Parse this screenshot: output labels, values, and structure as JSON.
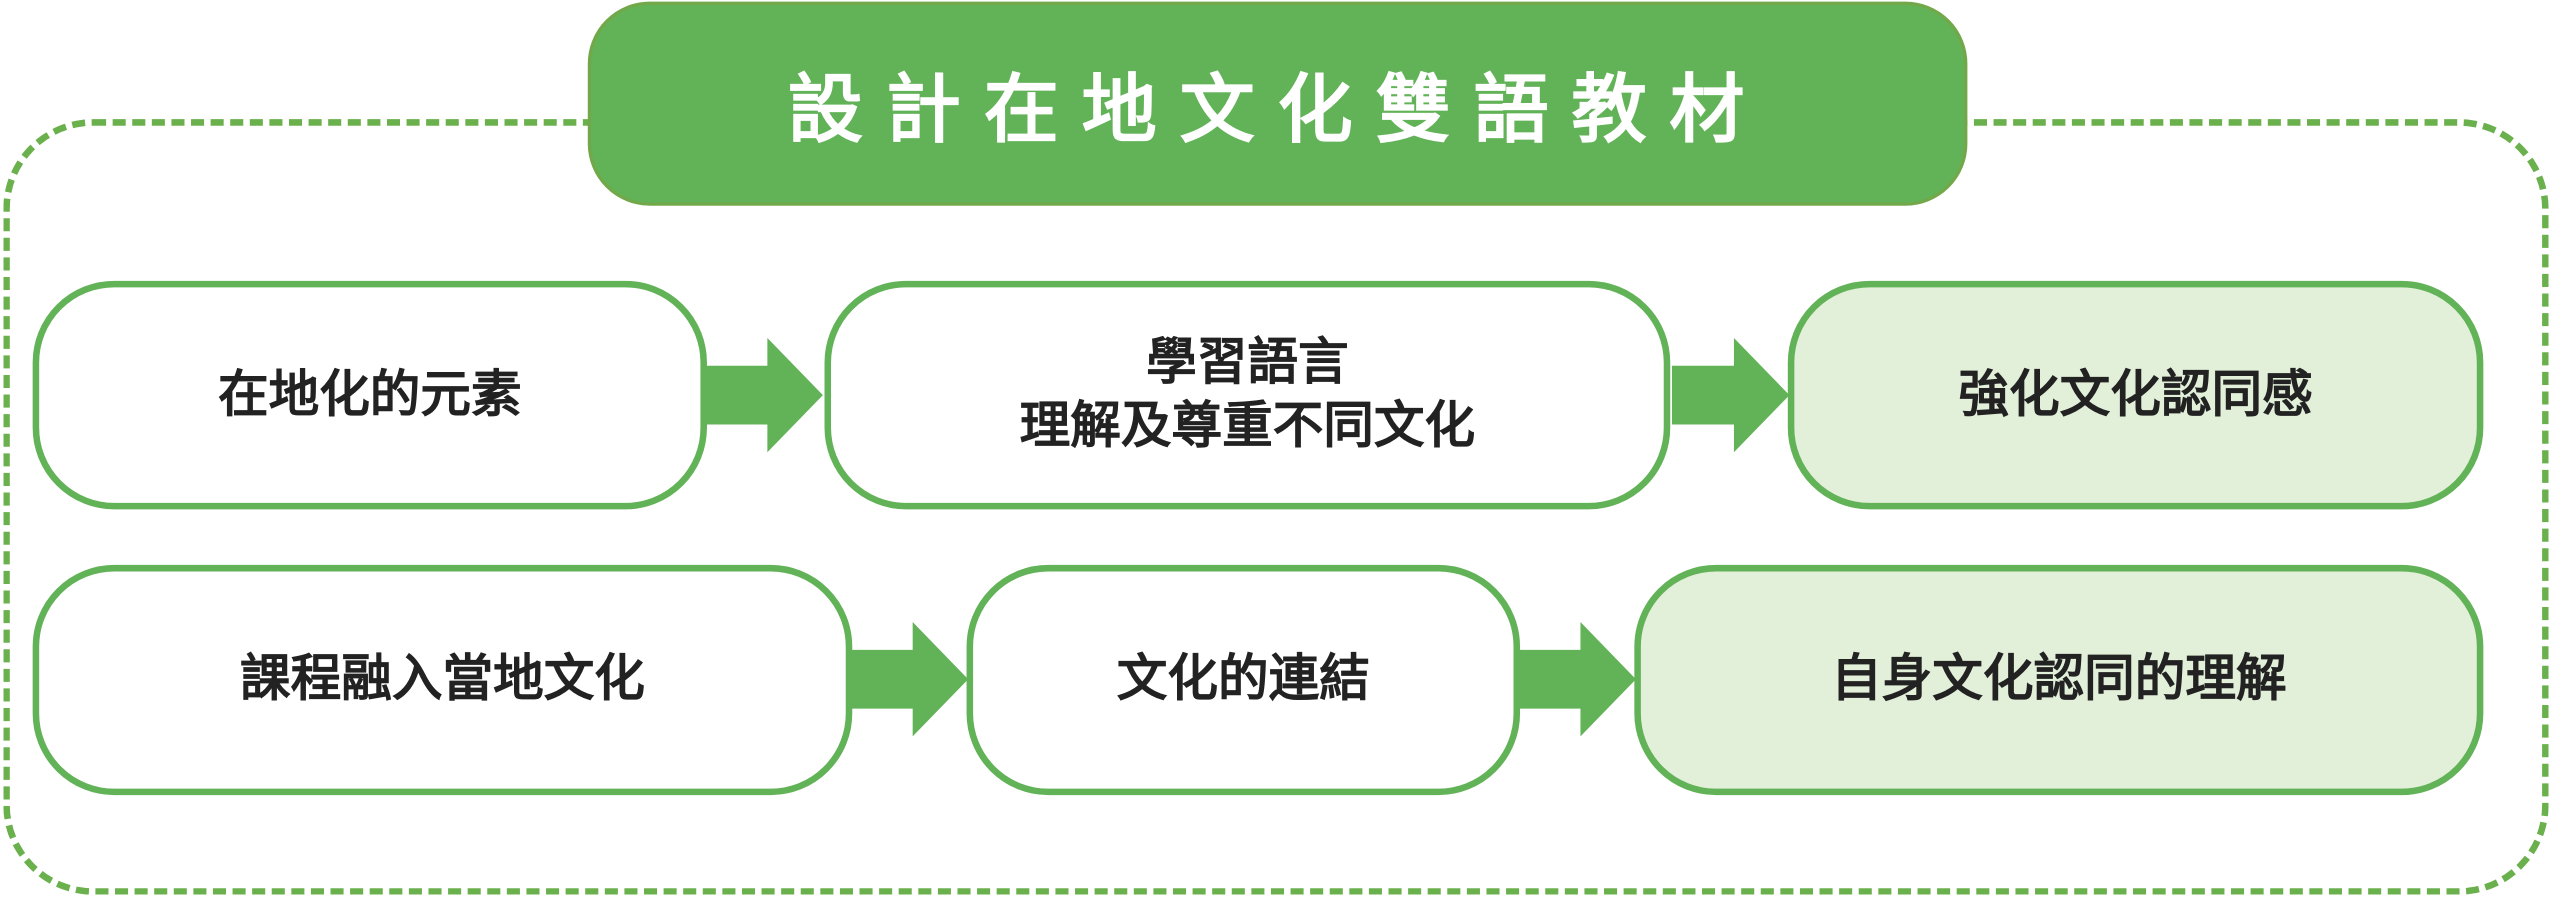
{
  "title": "設計在地文化雙語教材",
  "colors": {
    "accent": "#62b257",
    "light_fill": "#e2efd9",
    "text": "#222222"
  },
  "row1": [
    {
      "lines": [
        "在地化的元素"
      ]
    },
    {
      "lines": [
        "學習語言",
        "理解及尊重不同文化"
      ]
    },
    {
      "lines": [
        "強化文化認同感"
      ]
    }
  ],
  "row2": [
    {
      "lines": [
        "課程融入當地文化"
      ]
    },
    {
      "lines": [
        "文化的連結"
      ]
    },
    {
      "lines": [
        "自身文化認同的理解"
      ]
    }
  ]
}
